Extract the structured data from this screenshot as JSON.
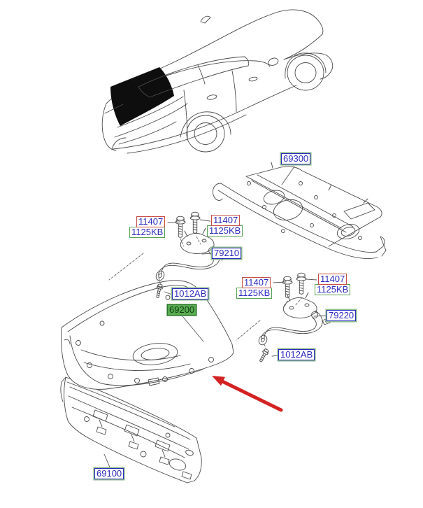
{
  "diagram": {
    "type": "parts-catalog-exploded-view",
    "subject": "trunk lid and back panel",
    "highlighted_part": "69200",
    "labels": {
      "back_panel": "69100",
      "trunk_lid_panel": "69200",
      "package_tray_panel": "69300",
      "hinge_arm_lh": "79210",
      "hinge_arm_rh": "79220",
      "hinge_bolt": "11407",
      "hinge_bolt_alt": "1125KB",
      "stud_bolt": "1012AB"
    },
    "colors": {
      "part_number_text": "#2b2bbf",
      "label_border_blue": "#2b2bbf",
      "label_border_outer_green": "#8cba8c",
      "label_border_red": "#c94f4a",
      "label_border_green": "#56a156",
      "highlight_fill": "#57ac50",
      "highlight_border": "#2c742c",
      "highlight_text": "#174017",
      "line_art": "#4a4a4a",
      "pointer_arrow": "#d32222",
      "glass_fill": "#0e0e0e",
      "background": "#ffffff"
    }
  }
}
